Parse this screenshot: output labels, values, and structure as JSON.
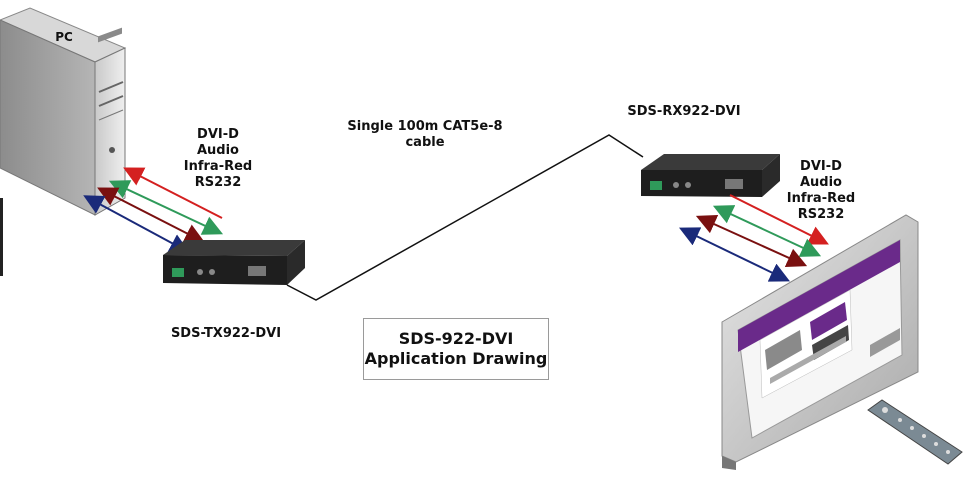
{
  "labels": {
    "pc": "PC",
    "tx_signals": [
      "DVI-D",
      "Audio",
      "Infra-Red",
      "RS232"
    ],
    "rx_signals": [
      "DVI-D",
      "Audio",
      "Infra-Red",
      "RS232"
    ],
    "cable": [
      "Single 100m CAT5e-8",
      "cable"
    ],
    "tx_model": "SDS-TX922-DVI",
    "rx_model": "SDS-RX922-DVI",
    "title": [
      "SDS-922-DVI",
      "Application Drawing"
    ]
  },
  "colors": {
    "arrow_red": "#d42020",
    "arrow_green": "#2f9a5a",
    "arrow_darkred": "#7a1010",
    "arrow_blue": "#1a2a7a",
    "device_body": "#1e1e1e",
    "cable": "#111111",
    "screen_frame": "#cfcfcf",
    "screen_accent": "#6a2a8a"
  }
}
